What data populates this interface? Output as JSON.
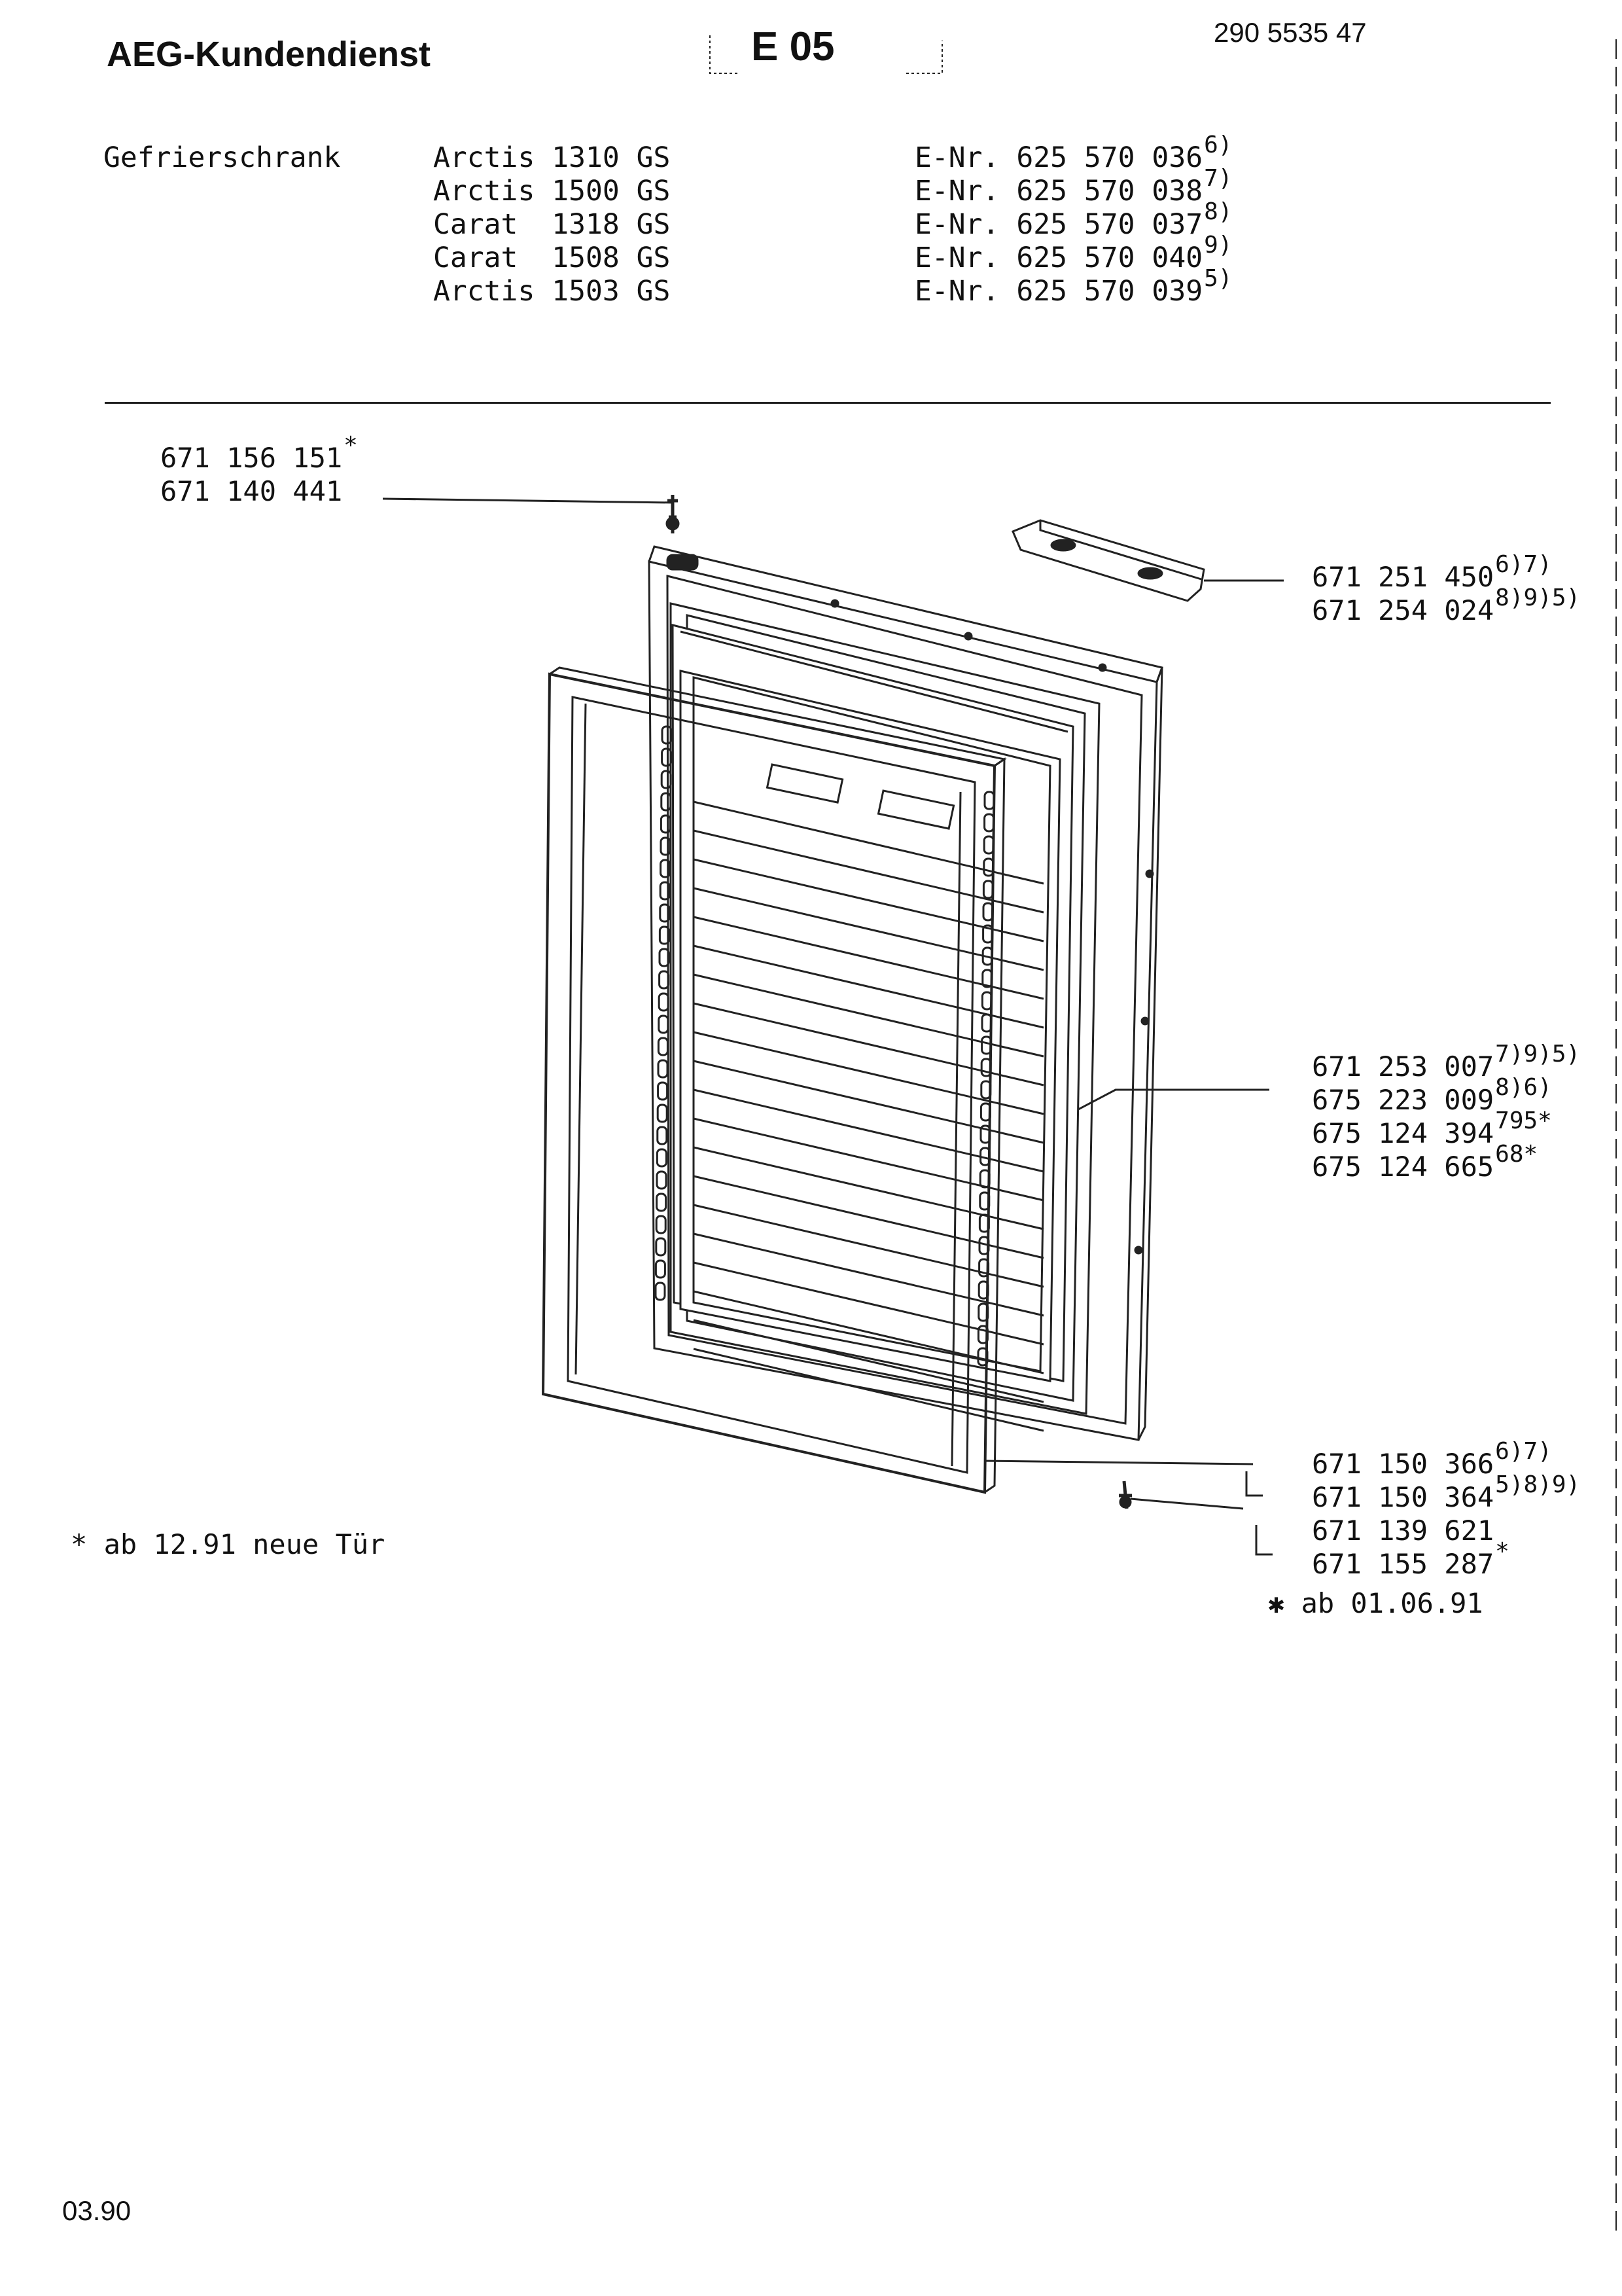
{
  "header": {
    "brand": "AEG-Kundendienst",
    "section": "E 05",
    "doc_number": "290 5535 47"
  },
  "product": {
    "category": "Gefrierschrank",
    "models": [
      {
        "name": "Arctis 1310 GS",
        "enr": "E-Nr. 625 570 036",
        "note": "6)"
      },
      {
        "name": "Arctis 1500 GS",
        "enr": "E-Nr. 625 570 038",
        "note": "7)"
      },
      {
        "name": "Carat  1318 GS",
        "enr": "E-Nr. 625 570 037",
        "note": "8)"
      },
      {
        "name": "Carat  1508 GS",
        "enr": "E-Nr. 625 570 040",
        "note": "9)"
      },
      {
        "name": "Arctis 1503 GS",
        "enr": "E-Nr. 625 570 039",
        "note": "5)"
      }
    ]
  },
  "parts": {
    "hinge_top": [
      {
        "number": "671 156 151",
        "note": "*"
      },
      {
        "number": "671 140 441",
        "note": ""
      }
    ],
    "handle": [
      {
        "number": "671 251 450",
        "note": "6)7)"
      },
      {
        "number": "671 254 024",
        "note": "8)9)5)"
      }
    ],
    "door": [
      {
        "number": "671 253 007",
        "note": "7)9)5)"
      },
      {
        "number": "675 223 009",
        "note": "8)6)"
      },
      {
        "number": "675 124 394",
        "note": "795*"
      },
      {
        "number": "675 124 665",
        "note": "68*"
      }
    ],
    "hinge_bottom": [
      {
        "number": "671 150 366",
        "note": "6)7)"
      },
      {
        "number": "671 150 364",
        "note": "5)8)9)"
      },
      {
        "number": "671 139 621",
        "note": ""
      },
      {
        "number": "671 155 287",
        "note": "*"
      }
    ],
    "hinge_bottom_footnote": "✱ ab 01.06.91"
  },
  "footnote": "* ab 12.91 neue Tür",
  "footer": {
    "date": "03.90"
  }
}
